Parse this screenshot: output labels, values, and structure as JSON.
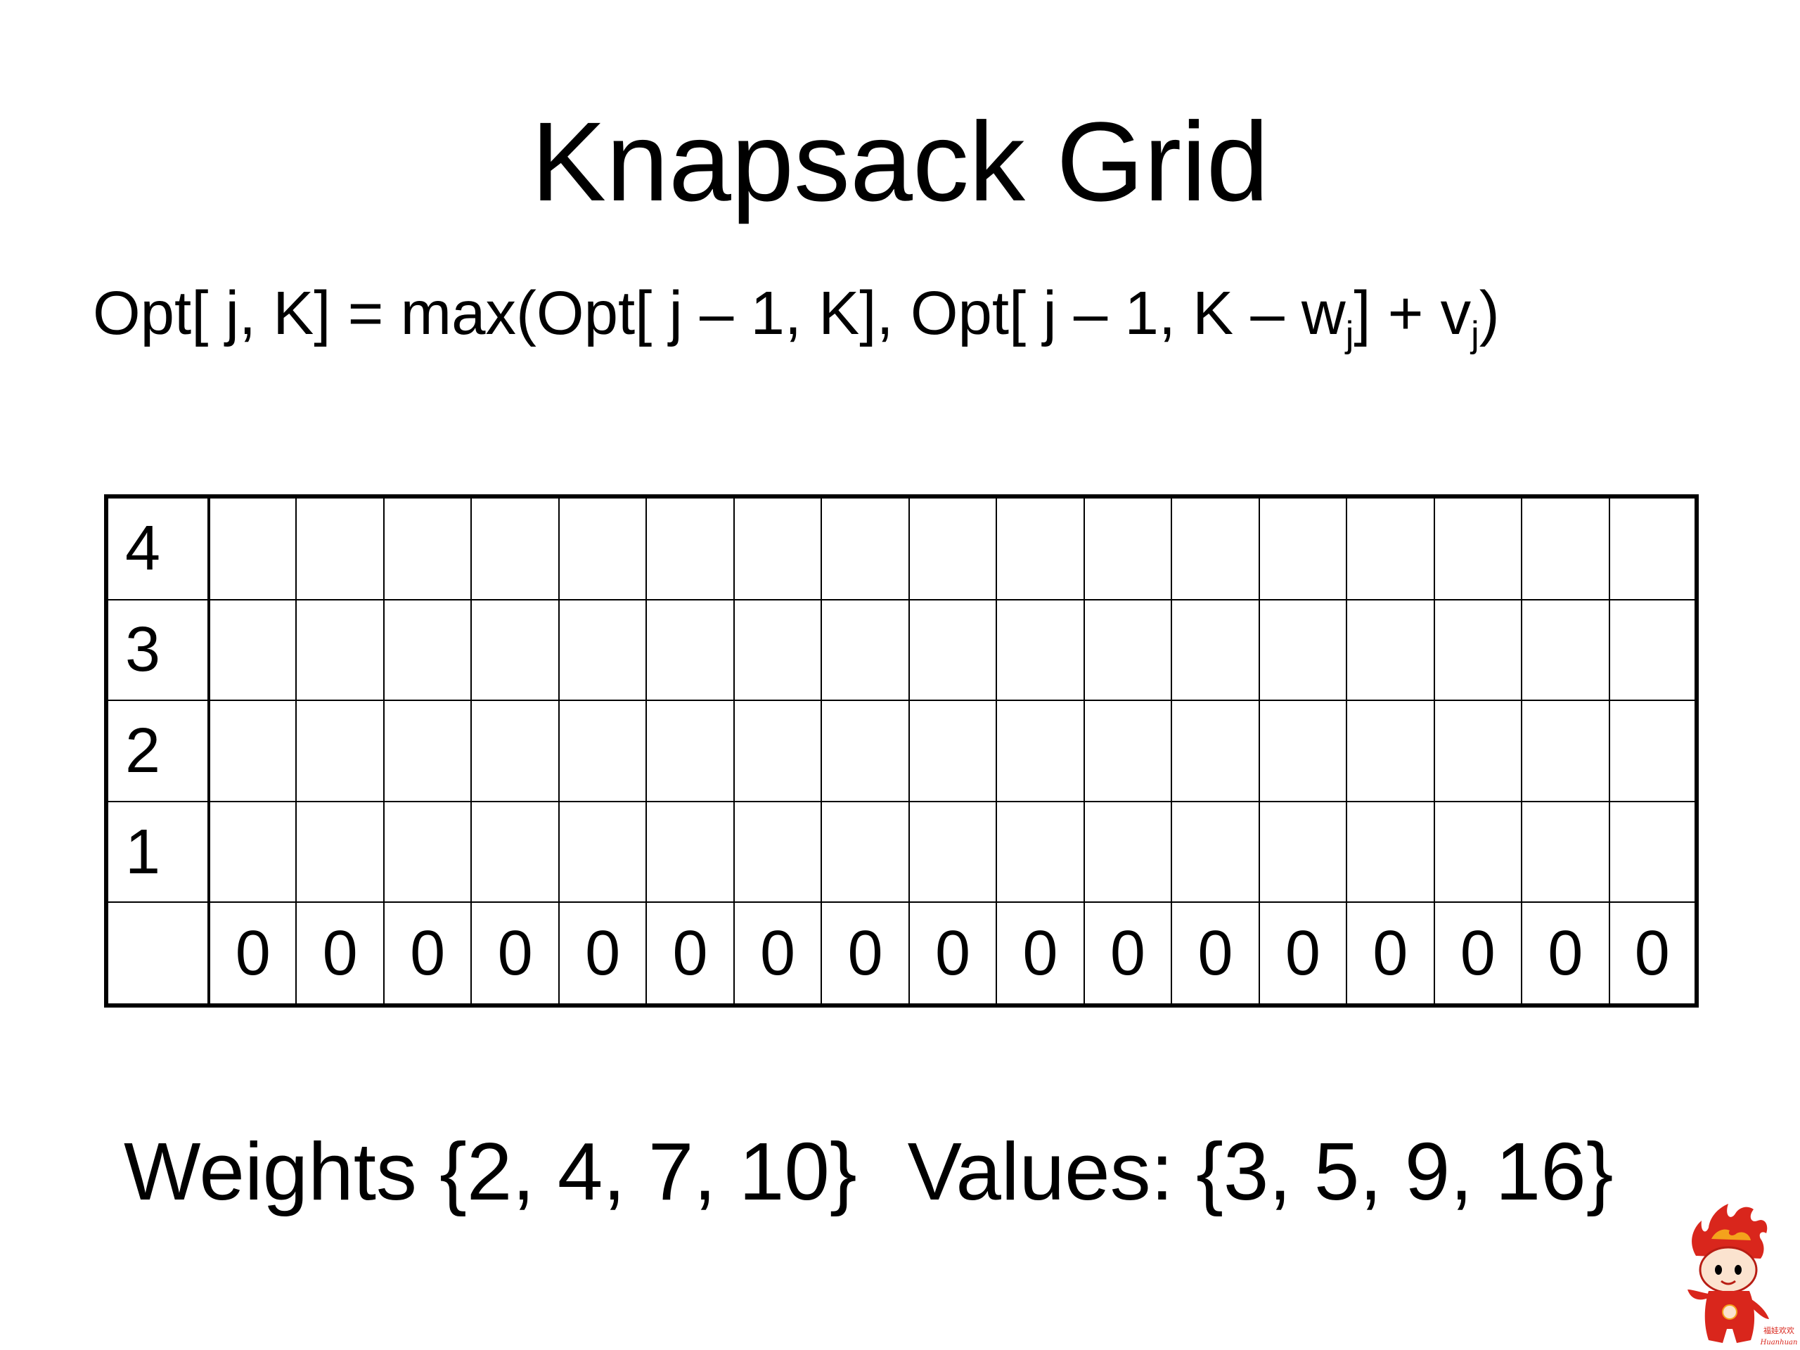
{
  "title": "Knapsack Grid",
  "formula": {
    "lead": "Opt[ j, K] = max(Opt[ j – 1, K], Opt[ j – 1, K – w",
    "sub_w": "j",
    "mid": "] + v",
    "sub_v": "j",
    "tail": ")"
  },
  "grid": {
    "rows": [
      {
        "label": "4",
        "cells": [
          "",
          "",
          "",
          "",
          "",
          "",
          "",
          "",
          "",
          "",
          "",
          "",
          "",
          "",
          "",
          "",
          ""
        ]
      },
      {
        "label": "3",
        "cells": [
          "",
          "",
          "",
          "",
          "",
          "",
          "",
          "",
          "",
          "",
          "",
          "",
          "",
          "",
          "",
          "",
          ""
        ]
      },
      {
        "label": "2",
        "cells": [
          "",
          "",
          "",
          "",
          "",
          "",
          "",
          "",
          "",
          "",
          "",
          "",
          "",
          "",
          "",
          "",
          ""
        ]
      },
      {
        "label": "1",
        "cells": [
          "",
          "",
          "",
          "",
          "",
          "",
          "",
          "",
          "",
          "",
          "",
          "",
          "",
          "",
          "",
          "",
          ""
        ]
      },
      {
        "label": "",
        "cells": [
          "0",
          "0",
          "0",
          "0",
          "0",
          "0",
          "0",
          "0",
          "0",
          "0",
          "0",
          "0",
          "0",
          "0",
          "0",
          "0",
          "0"
        ]
      }
    ]
  },
  "weights_text": "Weights {2, 4, 7, 10}",
  "values_text": "Values: {3, 5, 9, 16}",
  "mascot_caption": "福娃欢欢 Huanhuan",
  "colors": {
    "text": "#000000",
    "background": "#ffffff",
    "mascot_red": "#d9261c"
  }
}
